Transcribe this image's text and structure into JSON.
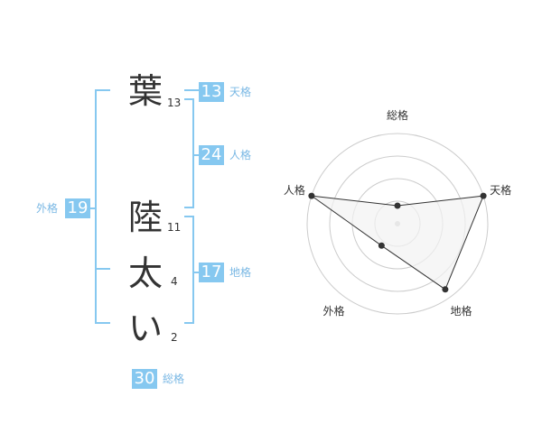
{
  "name": {
    "characters": [
      {
        "char": "葉",
        "strokes": "13"
      },
      {
        "char": "陸",
        "strokes": "11"
      },
      {
        "char": "太",
        "strokes": "4"
      },
      {
        "char": "い",
        "strokes": "2"
      }
    ]
  },
  "kakusu": {
    "tenkaku": {
      "value": "13",
      "label": "天格"
    },
    "jinkaku": {
      "value": "24",
      "label": "人格"
    },
    "chikaku": {
      "value": "17",
      "label": "地格"
    },
    "gaikaku": {
      "value": "19",
      "label": "外格"
    },
    "soukaku": {
      "value": "30",
      "label": "総格"
    }
  },
  "chart_data": {
    "type": "radar",
    "axes": [
      "総格",
      "天格",
      "地格",
      "外格",
      "人格"
    ],
    "values": [
      0.2,
      1.0,
      0.9,
      0.3,
      1.0
    ],
    "max": 1.0,
    "rings": 4,
    "colors": {
      "fill": "#f2f2f2",
      "line": "#333333",
      "grid": "#cccccc",
      "point": "#333333"
    }
  },
  "colors": {
    "accent": "#86c8f0",
    "accent_text": "#7ab8e4",
    "bracket": "#86c8f0"
  }
}
